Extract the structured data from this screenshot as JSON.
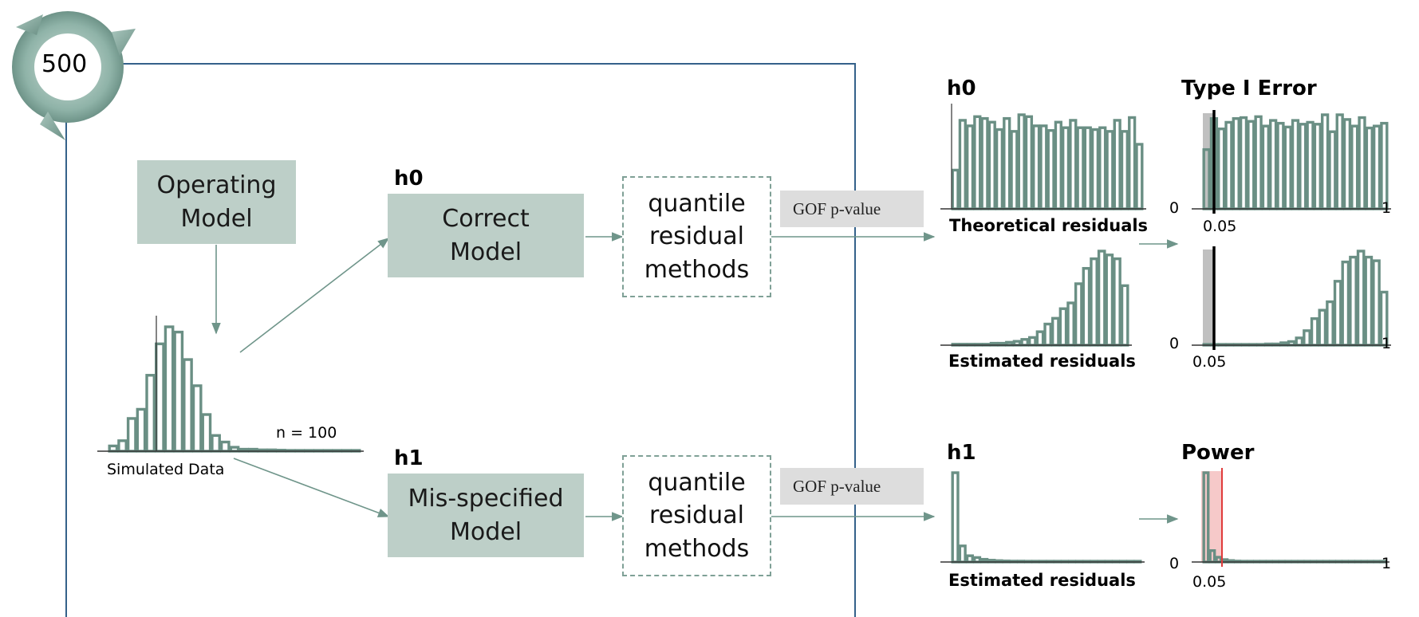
{
  "cycle": {
    "count": "500"
  },
  "operating_model": {
    "line1": "Operating",
    "line2": "Model"
  },
  "simulated": {
    "caption": "Simulated Data",
    "n_label": "n = 100"
  },
  "h0": {
    "label": "h0",
    "model": {
      "line1": "Correct",
      "line2": "Model"
    },
    "methods": {
      "line1": "quantile",
      "line2": "residual",
      "line3": "methods"
    },
    "gof": "GOF p-value"
  },
  "h1": {
    "label": "h1",
    "model": {
      "line1": "Mis-specified",
      "line2": "Model"
    },
    "methods": {
      "line1": "quantile",
      "line2": "residual",
      "line3": "methods"
    },
    "gof": "GOF p-value"
  },
  "results": {
    "h0_label": "h0",
    "h1_label": "h1",
    "theoretical_caption": "Theoretical residuals",
    "estimated_caption": "Estimated residuals",
    "estimated_caption_h1": "Estimated residuals",
    "type1_title": "Type I Error",
    "power_title": "Power",
    "axis_zero": "0",
    "axis_one": "1",
    "alpha_label": "0.05"
  },
  "colors": {
    "bar": "#6a8f84",
    "box": "#bdcfc8",
    "frame": "#34618a",
    "alpha_gray": "#8c8c8c",
    "alpha_red": "#e03c3c"
  },
  "chart_data": [
    {
      "type": "bar",
      "id": "simulated",
      "values": [
        0.4,
        0.8,
        2.5,
        3.2,
        5.8,
        8.2,
        9.5,
        9.1,
        7.0,
        5.0,
        2.8,
        1.2,
        0.7,
        0.3,
        0.15,
        0.15,
        0.1,
        0.1,
        0.08,
        0.05,
        0.05,
        0.03,
        0.03,
        0.02,
        0.02,
        0.02,
        0.02
      ]
    },
    {
      "type": "bar",
      "id": "h0-theoretical",
      "values": [
        4.2,
        9.6,
        9.0,
        10.0,
        9.8,
        9.4,
        8.6,
        9.8,
        8.4,
        10.2,
        10.0,
        9.0,
        9.0,
        8.5,
        9.4,
        8.8,
        9.6,
        8.8,
        8.8,
        8.6,
        8.8,
        8.4,
        9.6,
        8.4,
        9.9,
        7.0
      ]
    },
    {
      "type": "bar",
      "id": "h0-estimated",
      "values": [
        0.1,
        0.1,
        0.1,
        0.1,
        0.1,
        0.2,
        0.2,
        0.3,
        0.4,
        0.6,
        0.8,
        1.4,
        2.2,
        2.8,
        3.8,
        4.4,
        6.4,
        8.0,
        9.0,
        9.8,
        9.4,
        9.0,
        6.2
      ]
    },
    {
      "type": "bar",
      "id": "type1",
      "alpha": 0.05,
      "values": [
        6.3,
        9.6,
        8.5,
        9.2,
        9.6,
        9.7,
        9.3,
        9.8,
        8.8,
        9.4,
        9.1,
        8.7,
        9.4,
        9.0,
        9.2,
        9.0,
        10.0,
        8.2,
        10.0,
        9.5,
        8.8,
        9.7,
        8.6,
        8.8,
        9.1
      ]
    },
    {
      "type": "bar",
      "id": "type2",
      "alpha": 0.05,
      "values": [
        0.05,
        0.05,
        0.05,
        0.05,
        0.05,
        0.05,
        0.05,
        0.05,
        0.1,
        0.1,
        0.2,
        0.3,
        0.6,
        1.2,
        2.2,
        2.9,
        3.6,
        5.3,
        6.9,
        7.3,
        7.8,
        7.3,
        7.0,
        4.4
      ]
    },
    {
      "type": "bar",
      "id": "h1-estimated",
      "values": [
        10.0,
        1.8,
        0.7,
        0.5,
        0.3,
        0.2,
        0.15,
        0.12,
        0.1,
        0.1,
        0.08,
        0.08,
        0.06,
        0.06,
        0.05,
        0.05,
        0.05,
        0.04,
        0.04,
        0.04,
        0.03,
        0.03,
        0.03,
        0.03,
        0.03,
        0.03
      ]
    },
    {
      "type": "bar",
      "id": "power",
      "alpha": 0.05,
      "values": [
        9.4,
        1.2,
        0.5,
        0.25,
        0.15,
        0.1,
        0.08,
        0.07,
        0.06,
        0.05,
        0.05,
        0.05,
        0.04,
        0.04,
        0.04,
        0.03,
        0.03,
        0.03,
        0.03,
        0.03,
        0.03,
        0.03,
        0.02,
        0.02,
        0.02,
        0.02,
        0.02,
        0.02,
        0.02
      ]
    }
  ]
}
